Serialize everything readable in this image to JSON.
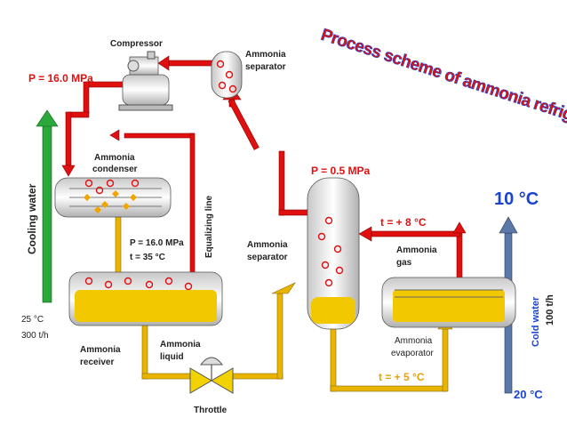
{
  "title": "Process scheme of ammonia refrigeration",
  "labels": {
    "compressor": "Compressor",
    "separator_top_1": "Ammonia",
    "separator_top_2": "separator",
    "p_high": "P = 16.0 MPa",
    "condenser_1": "Ammonia",
    "condenser_2": "condenser",
    "cooling_water": "Cooling water",
    "equalizing": "Equalizing line",
    "p_mid": "P = 16.0 MPa",
    "t_mid": "t = 35 °C",
    "cw_in_temp": "25 °C",
    "cw_in_flow": "300 t/h",
    "receiver_1": "Ammonia",
    "receiver_2": "receiver",
    "liquid_1": "Ammonia",
    "liquid_2": "liquid",
    "throttle": "Throttle",
    "separator_mid_1": "Ammonia",
    "separator_mid_2": "separator",
    "p_low": "P = 0.5 MPa",
    "t_gas": "t = + 8 °C",
    "gas_1": "Ammonia",
    "gas_2": "gas",
    "evap_1": "Ammonia",
    "evap_2": "evaporator",
    "t_liquid": "t = + 5 °C",
    "cold_out": "10 °C",
    "cold_water": "Cold water",
    "cold_flow": "100 t/h",
    "cold_in": "20 °C"
  },
  "colors": {
    "gas_pipe": "#e01010",
    "liquid_pipe": "#e8b400",
    "cooling_water": "#2aa83a",
    "cold_water": "#5a78a8",
    "ammonia_liquid": "#f2c800",
    "accent_blue": "#1a44d0",
    "label_red": "#e01010",
    "title_red": "#e01010",
    "title_outline": "#1a44d0"
  }
}
